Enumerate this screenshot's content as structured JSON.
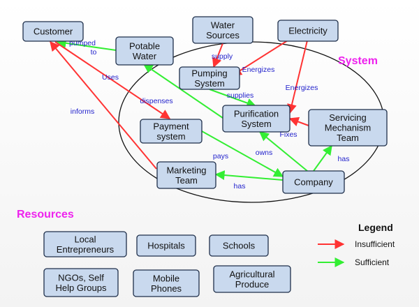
{
  "system_label": "System",
  "resources_label": "Resources",
  "colors": {
    "insufficient": "#ff3333",
    "sufficient": "#33ee33",
    "label": "#2222cc",
    "heading": "#ee22ee"
  },
  "nodes": {
    "customer": [
      "Customer"
    ],
    "potable_water": [
      "Potable",
      "Water"
    ],
    "water_sources": [
      "Water",
      "Sources"
    ],
    "electricity": [
      "Electricity"
    ],
    "pumping_system": [
      "Pumping",
      "System"
    ],
    "purification_system": [
      "Purification",
      "System"
    ],
    "servicing_team": [
      "Servicing",
      "Mechanism",
      "Team"
    ],
    "payment_system": [
      "Payment",
      "system"
    ],
    "marketing_team": [
      "Marketing",
      "Team"
    ],
    "company": [
      "Company"
    ]
  },
  "edges": [
    {
      "from": "potable_water",
      "to": "customer",
      "status": "sufficient",
      "label": [
        "pumped",
        "to"
      ]
    },
    {
      "from": "customer",
      "to": "payment_system",
      "status": "insufficient",
      "label": [
        "Uses"
      ]
    },
    {
      "from": "marketing_team",
      "to": "customer",
      "status": "insufficient",
      "label": [
        "informs"
      ]
    },
    {
      "from": "water_sources",
      "to": "pumping_system",
      "status": "insufficient",
      "label": [
        "supply"
      ]
    },
    {
      "from": "electricity",
      "to": "pumping_system",
      "status": "insufficient",
      "label": [
        "Energizes"
      ]
    },
    {
      "from": "electricity",
      "to": "purification_system",
      "status": "insufficient",
      "label": [
        "Energizes"
      ]
    },
    {
      "from": "pumping_system",
      "to": "purification_system",
      "status": "sufficient",
      "label": [
        "supplies"
      ]
    },
    {
      "from": "purification_system",
      "to": "potable_water",
      "status": "sufficient",
      "label": [
        "dispenses"
      ]
    },
    {
      "from": "servicing_team",
      "to": "purification_system",
      "status": "insufficient",
      "label": [
        "Fixes"
      ]
    },
    {
      "from": "payment_system",
      "to": "company",
      "status": "sufficient",
      "label": [
        "pays"
      ]
    },
    {
      "from": "company",
      "to": "purification_system",
      "status": "sufficient",
      "label": [
        "owns"
      ]
    },
    {
      "from": "company",
      "to": "servicing_team",
      "status": "sufficient",
      "label": [
        "has"
      ]
    },
    {
      "from": "company",
      "to": "marketing_team",
      "status": "sufficient",
      "label": [
        "has"
      ]
    }
  ],
  "resources": {
    "local_entrepreneurs": [
      "Local",
      "Entrepreneurs"
    ],
    "hospitals": [
      "Hospitals"
    ],
    "schools": [
      "Schools"
    ],
    "ngos": [
      "NGOs, Self",
      "Help Groups"
    ],
    "mobile_phones": [
      "Mobile",
      "Phones"
    ],
    "agricultural_produce": [
      "Agricultural",
      "Produce"
    ]
  },
  "legend": {
    "title": "Legend",
    "items": [
      {
        "status": "insufficient",
        "label": "Insufficient"
      },
      {
        "status": "sufficient",
        "label": "Sufficient"
      }
    ]
  }
}
